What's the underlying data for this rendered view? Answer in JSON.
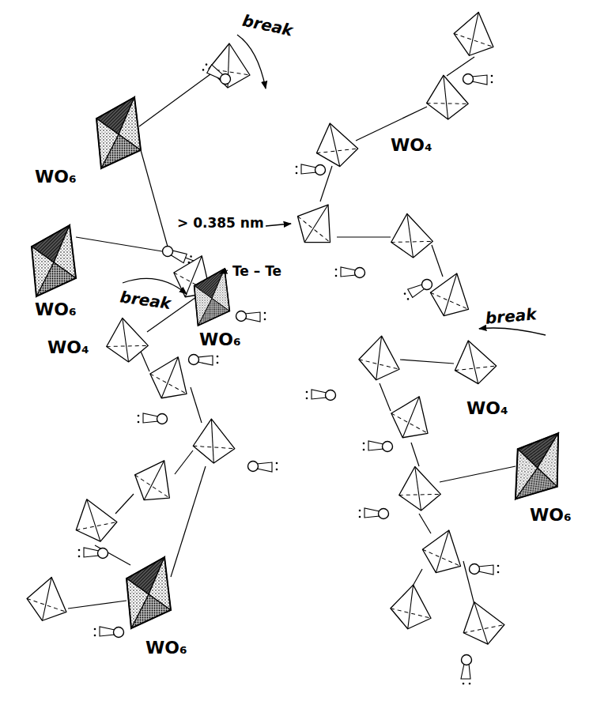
{
  "diagram": {
    "labels": [
      "break",
      "WO₄",
      "WO₆",
      "> 0.385 nm",
      "Te – Te",
      "WO₆",
      "break",
      "break",
      "WO₆",
      "WO₄",
      "WO₄",
      "WO₆",
      "WO₆"
    ]
  }
}
